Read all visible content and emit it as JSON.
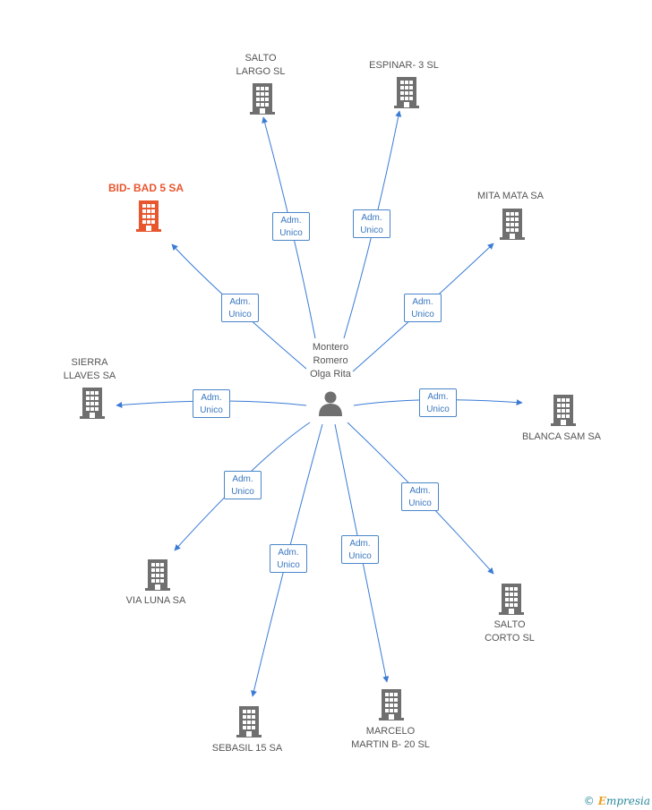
{
  "center": {
    "name_lines": [
      "Montero",
      "Romero",
      "Olga Rita"
    ],
    "icon": "person-icon"
  },
  "companies": [
    {
      "id": "salto-largo",
      "lines": [
        "SALTO",
        "LARGO SL"
      ],
      "highlight": false
    },
    {
      "id": "espinar",
      "lines": [
        "ESPINAR- 3  SL"
      ],
      "highlight": false
    },
    {
      "id": "bid-bad",
      "lines": [
        "BID- BAD 5 SA"
      ],
      "highlight": true
    },
    {
      "id": "mita-mata",
      "lines": [
        "MITA MATA SA"
      ],
      "highlight": false
    },
    {
      "id": "sierra-llaves",
      "lines": [
        "SIERRA",
        "LLAVES SA"
      ],
      "highlight": false
    },
    {
      "id": "blanca-sam",
      "lines": [
        "BLANCA SAM SA"
      ],
      "highlight": false
    },
    {
      "id": "via-luna",
      "lines": [
        "VIA LUNA SA"
      ],
      "highlight": false
    },
    {
      "id": "salto-corto",
      "lines": [
        "SALTO",
        "CORTO SL"
      ],
      "highlight": false
    },
    {
      "id": "sebasil",
      "lines": [
        "SEBASIL 15 SA"
      ],
      "highlight": false
    },
    {
      "id": "marcelo",
      "lines": [
        "MARCELO",
        "MARTIN B- 20 SL"
      ],
      "highlight": false
    }
  ],
  "edge_label_lines": [
    "Adm.",
    "Unico"
  ],
  "colors": {
    "edge": "#3a7bd5",
    "building": "#6f6f6f",
    "building_highlight": "#e8562e",
    "person": "#6f6f6f"
  },
  "footer": {
    "copyright": "©",
    "brand_initial": "E",
    "brand_rest": "mpresia"
  }
}
